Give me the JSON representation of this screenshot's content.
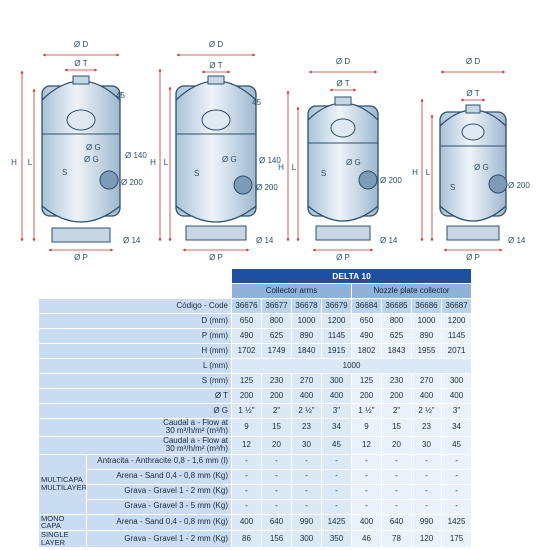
{
  "drawing_labels": {
    "od": "Ø D",
    "ot": "Ø T",
    "og": "Ø G",
    "op": "Ø P",
    "h": "H",
    "l": "L",
    "s": "S",
    "angle": "45",
    "o140": "Ø 140",
    "o200": "Ø 200",
    "o14": "Ø 14",
    "od_t": "Ø D",
    "ot_t": "Ø T"
  },
  "table": {
    "title": "DELTA 10",
    "groups": [
      "Collector arms",
      "Nozzle plate collector"
    ],
    "code_label": "Código  -  Code",
    "codes": [
      "36676",
      "36677",
      "36678",
      "36679",
      "36684",
      "36685",
      "36686",
      "36687"
    ],
    "rows": [
      {
        "label": "D (mm)",
        "values": [
          "650",
          "800",
          "1000",
          "1200",
          "650",
          "800",
          "1000",
          "1200"
        ]
      },
      {
        "label": "P (mm)",
        "values": [
          "490",
          "625",
          "890",
          "1145",
          "490",
          "625",
          "890",
          "1145"
        ]
      },
      {
        "label": "H (mm)",
        "values": [
          "1702",
          "1749",
          "1840",
          "1915",
          "1802",
          "1843",
          "1955",
          "2071"
        ]
      },
      {
        "label": "L (mm)",
        "span": "1000"
      },
      {
        "label": "S (mm)",
        "values": [
          "125",
          "230",
          "270",
          "300",
          "125",
          "230",
          "270",
          "300"
        ]
      },
      {
        "label": "Ø T",
        "values": [
          "200",
          "200",
          "400",
          "400",
          "200",
          "200",
          "400",
          "400"
        ]
      },
      {
        "label": "Ø G",
        "values": [
          "1 ½\"",
          "2\"",
          "2 ½\"",
          "3\"",
          "1 ½\"",
          "2\"",
          "2 ½\"",
          "3\""
        ]
      }
    ],
    "flow_rows": [
      {
        "label1": "Caudal a  -  Flow at",
        "label2": "30 m³/h/m² (m³/h)",
        "values": [
          "9",
          "15",
          "23",
          "34",
          "9",
          "15",
          "23",
          "34"
        ]
      },
      {
        "label1": "Caudal a  -  Flow at",
        "label2": "30 m³/h/m² (m³/h)",
        "values": [
          "12",
          "20",
          "30",
          "45",
          "12",
          "20",
          "30",
          "45"
        ]
      }
    ],
    "multi_label": "MULTICAPA MULTILAYER",
    "multi_rows": [
      {
        "label": "Antracita - Anthracite  0,8 - 1,6 mm (l)",
        "values": [
          "-",
          "-",
          "-",
          "-",
          "-",
          "-",
          "-",
          "-"
        ]
      },
      {
        "label": "Arena - Sand  0,4 - 0,8 mm (Kg)",
        "values": [
          "-",
          "-",
          "-",
          "-",
          "-",
          "-",
          "-",
          "-"
        ]
      },
      {
        "label": "Grava - Gravel  1 - 2 mm (Kg)",
        "values": [
          "-",
          "-",
          "-",
          "-",
          "-",
          "-",
          "-",
          "-"
        ]
      },
      {
        "label": "Grava - Gravel  3 - 5 mm (Kg)",
        "values": [
          "-",
          "-",
          "-",
          "-",
          "-",
          "-",
          "-",
          "-"
        ]
      }
    ],
    "mono_label1": "MONO CAPA",
    "mono_label2": "SINGLE LAYER",
    "mono_rows": [
      {
        "label": "Arena - Sand  0,4 - 0,8 mm (Kg)",
        "values": [
          "400",
          "640",
          "990",
          "1425",
          "400",
          "640",
          "990",
          "1425"
        ]
      },
      {
        "label": "Grava - Gravel  1 - 2 mm (Kg)",
        "values": [
          "86",
          "156",
          "300",
          "350",
          "46",
          "78",
          "120",
          "175"
        ]
      }
    ]
  }
}
